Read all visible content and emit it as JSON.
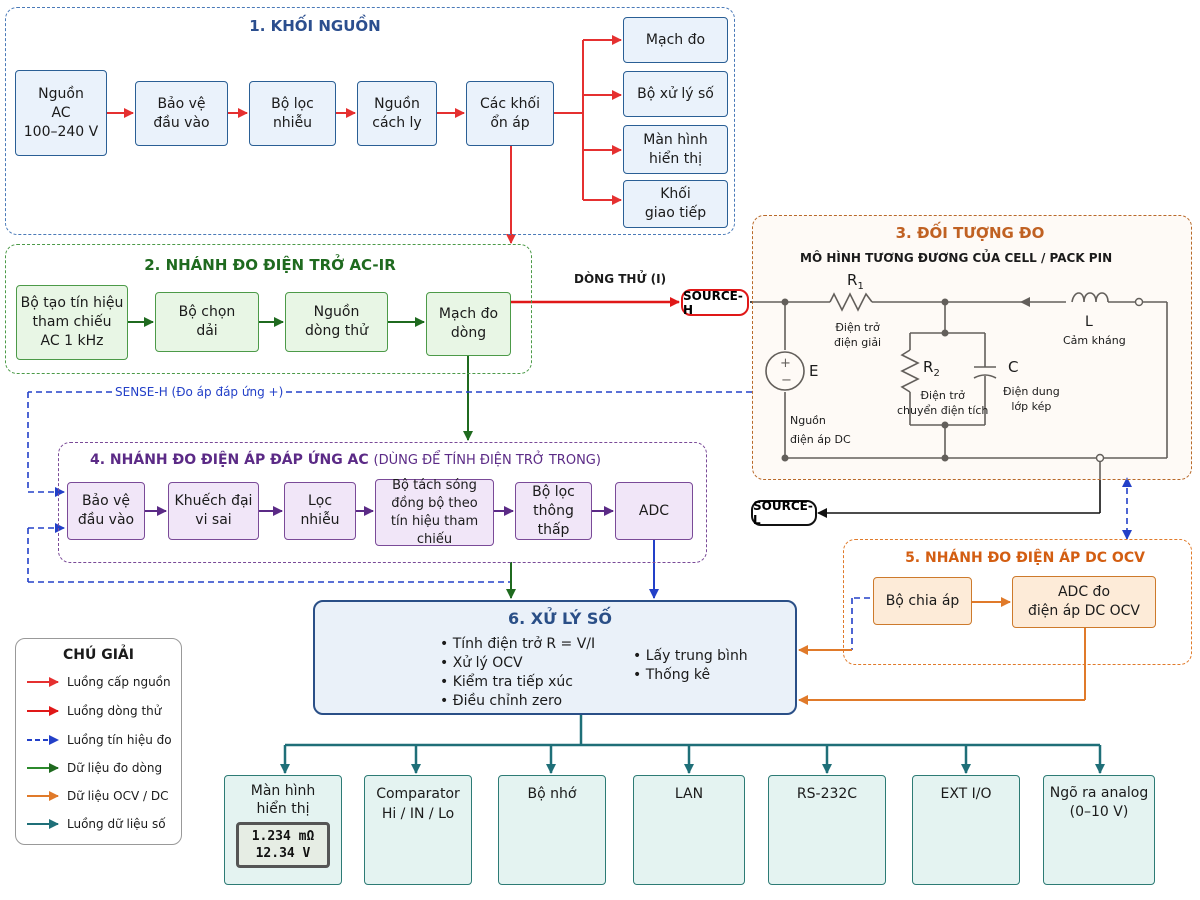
{
  "sections": {
    "power": {
      "title": "1. KHỐI NGUỒN"
    },
    "acir": {
      "title": "2. NHÁNH ĐO ĐIỆN TRỞ AC-IR"
    },
    "dut": {
      "title": "3. ĐỐI TƯỢNG ĐO",
      "subtitle": "MÔ HÌNH TƯƠNG ĐƯƠNG CỦA CELL / PACK PIN"
    },
    "acv": {
      "title": "4. NHÁNH ĐO ĐIỆN ÁP ĐÁP ỨNG AC",
      "title_sub": "(DÙNG ĐỂ TÍNH ĐIỆN TRỞ TRONG)"
    },
    "ocv": {
      "title": "5. NHÁNH ĐO ĐIỆN ÁP DC OCV"
    },
    "dsp": {
      "title": "6. XỬ LÝ SỐ"
    }
  },
  "power_blocks": {
    "ac_source": "Nguồn\nAC\n100–240 V",
    "input_protect": "Bảo vệ\nđầu vào",
    "noise_filter": "Bộ lọc\nnhiễu",
    "isolated_source": "Nguồn\ncách ly",
    "regulators": "Các khối\nổn áp",
    "out_measure": "Mạch đo",
    "out_dsp": "Bộ xử lý số",
    "out_display": "Màn hình\nhiển thị",
    "out_comm": "Khối\ngiao tiếp"
  },
  "acir_blocks": {
    "ref_gen": "Bộ tạo tín hiệu\ntham chiếu\nAC 1 kHz",
    "range_select": "Bộ chọn\ndải",
    "test_current": "Nguồn\ndòng thử",
    "current_meas": "Mạch đo\ndòng"
  },
  "signals": {
    "test_current_label": "DÒNG THỬ (I)",
    "source_h": "SOURCE-H",
    "source_l": "SOURCE-L",
    "sense_h": "SENSE-H (Đo áp đáp ứng +)"
  },
  "dut_model": {
    "r1": "R",
    "r1_sub": "1",
    "r1_desc": "Điện trở\nđiện giải",
    "r2": "R",
    "r2_sub": "2",
    "r2_desc": "Điện trở\nchuyển điện tích",
    "c": "C",
    "c_desc": "Điện dung\nlớp kép",
    "l": "L",
    "l_desc": "Cảm kháng",
    "e": "E",
    "e_desc": "Nguồn\nđiện áp DC"
  },
  "acv_blocks": {
    "input_protect": "Bảo vệ\nđầu vào",
    "diff_amp": "Khuếch đại\nvi sai",
    "noise_filter": "Lọc\nnhiễu",
    "sync_detector": "Bộ tách sóng\nđồng bộ theo\ntín hiệu tham chiếu",
    "lowpass": "Bộ lọc\nthông thấp",
    "adc": "ADC"
  },
  "ocv_blocks": {
    "divider": "Bộ chia áp",
    "adc_ocv": "ADC đo\nđiện áp DC OCV"
  },
  "dsp_items": {
    "left": [
      "Tính điện trở R = V/I",
      "Xử lý OCV",
      "Kiểm tra tiếp xúc",
      "Điều chỉnh zero"
    ],
    "right": [
      "Lấy trung bình",
      "Thống kê"
    ]
  },
  "outputs": {
    "display": {
      "label": "Màn hình\nhiển thị",
      "reading1": "1.234 mΩ",
      "reading2": "12.34 V"
    },
    "comparator": {
      "label": "Comparator\nHi / IN / Lo"
    },
    "memory": {
      "label": "Bộ nhớ"
    },
    "lan": {
      "label": "LAN"
    },
    "rs232": {
      "label": "RS-232C"
    },
    "ext_io": {
      "label": "EXT I/O"
    },
    "analog": {
      "label": "Ngõ ra analog\n(0–10 V)"
    }
  },
  "legend": {
    "title": "CHÚ GIẢI",
    "items": [
      {
        "label": "Luồng cấp nguồn",
        "color": "#e53030",
        "style": "solid"
      },
      {
        "label": "Luồng dòng thử",
        "color": "#e01818",
        "style": "solid"
      },
      {
        "label": "Luồng tín hiệu đo",
        "color": "#2340c8",
        "style": "dashed"
      },
      {
        "label": "Dữ liệu đo dòng",
        "color": "#2c8a2c",
        "style": "solid"
      },
      {
        "label": "Dữ liệu OCV / DC",
        "color": "#e07a2a",
        "style": "solid"
      },
      {
        "label": "Luồng dữ liệu số",
        "color": "#1f6f78",
        "style": "solid"
      }
    ]
  },
  "colors": {
    "power": "#e53030",
    "test_current": "#e01818",
    "signal": "#2340c8",
    "current_data": "#2c8a2c",
    "ocv_data": "#e07a2a",
    "digital": "#1f6f78",
    "acv_flow": "#5b2a86"
  }
}
